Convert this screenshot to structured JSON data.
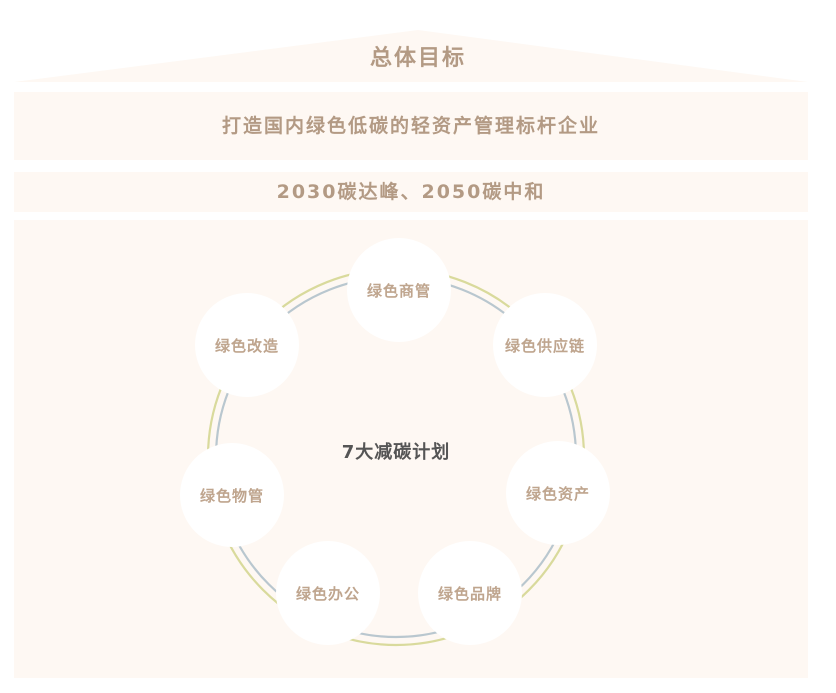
{
  "header": {
    "title": "总体目标"
  },
  "bands": [
    {
      "text": "打造国内绿色低碳的轻资产管理标杆企业"
    },
    {
      "text": "2030碳达峰、2050碳中和"
    }
  ],
  "cycle": {
    "center_label": "7大减碳计划",
    "nodes": [
      {
        "label": "绿色商管"
      },
      {
        "label": "绿色供应链"
      },
      {
        "label": "绿色资产"
      },
      {
        "label": "绿色品牌"
      },
      {
        "label": "绿色办公"
      },
      {
        "label": "绿色物管"
      },
      {
        "label": "绿色改造"
      }
    ]
  },
  "colors": {
    "band_background": "#fef8f3",
    "text_tan": "#b39a84",
    "node_text": "#bfa58e",
    "center_text": "#555555",
    "outer_ring": "#d9da9c",
    "inner_ring": "#b9c7cf"
  }
}
